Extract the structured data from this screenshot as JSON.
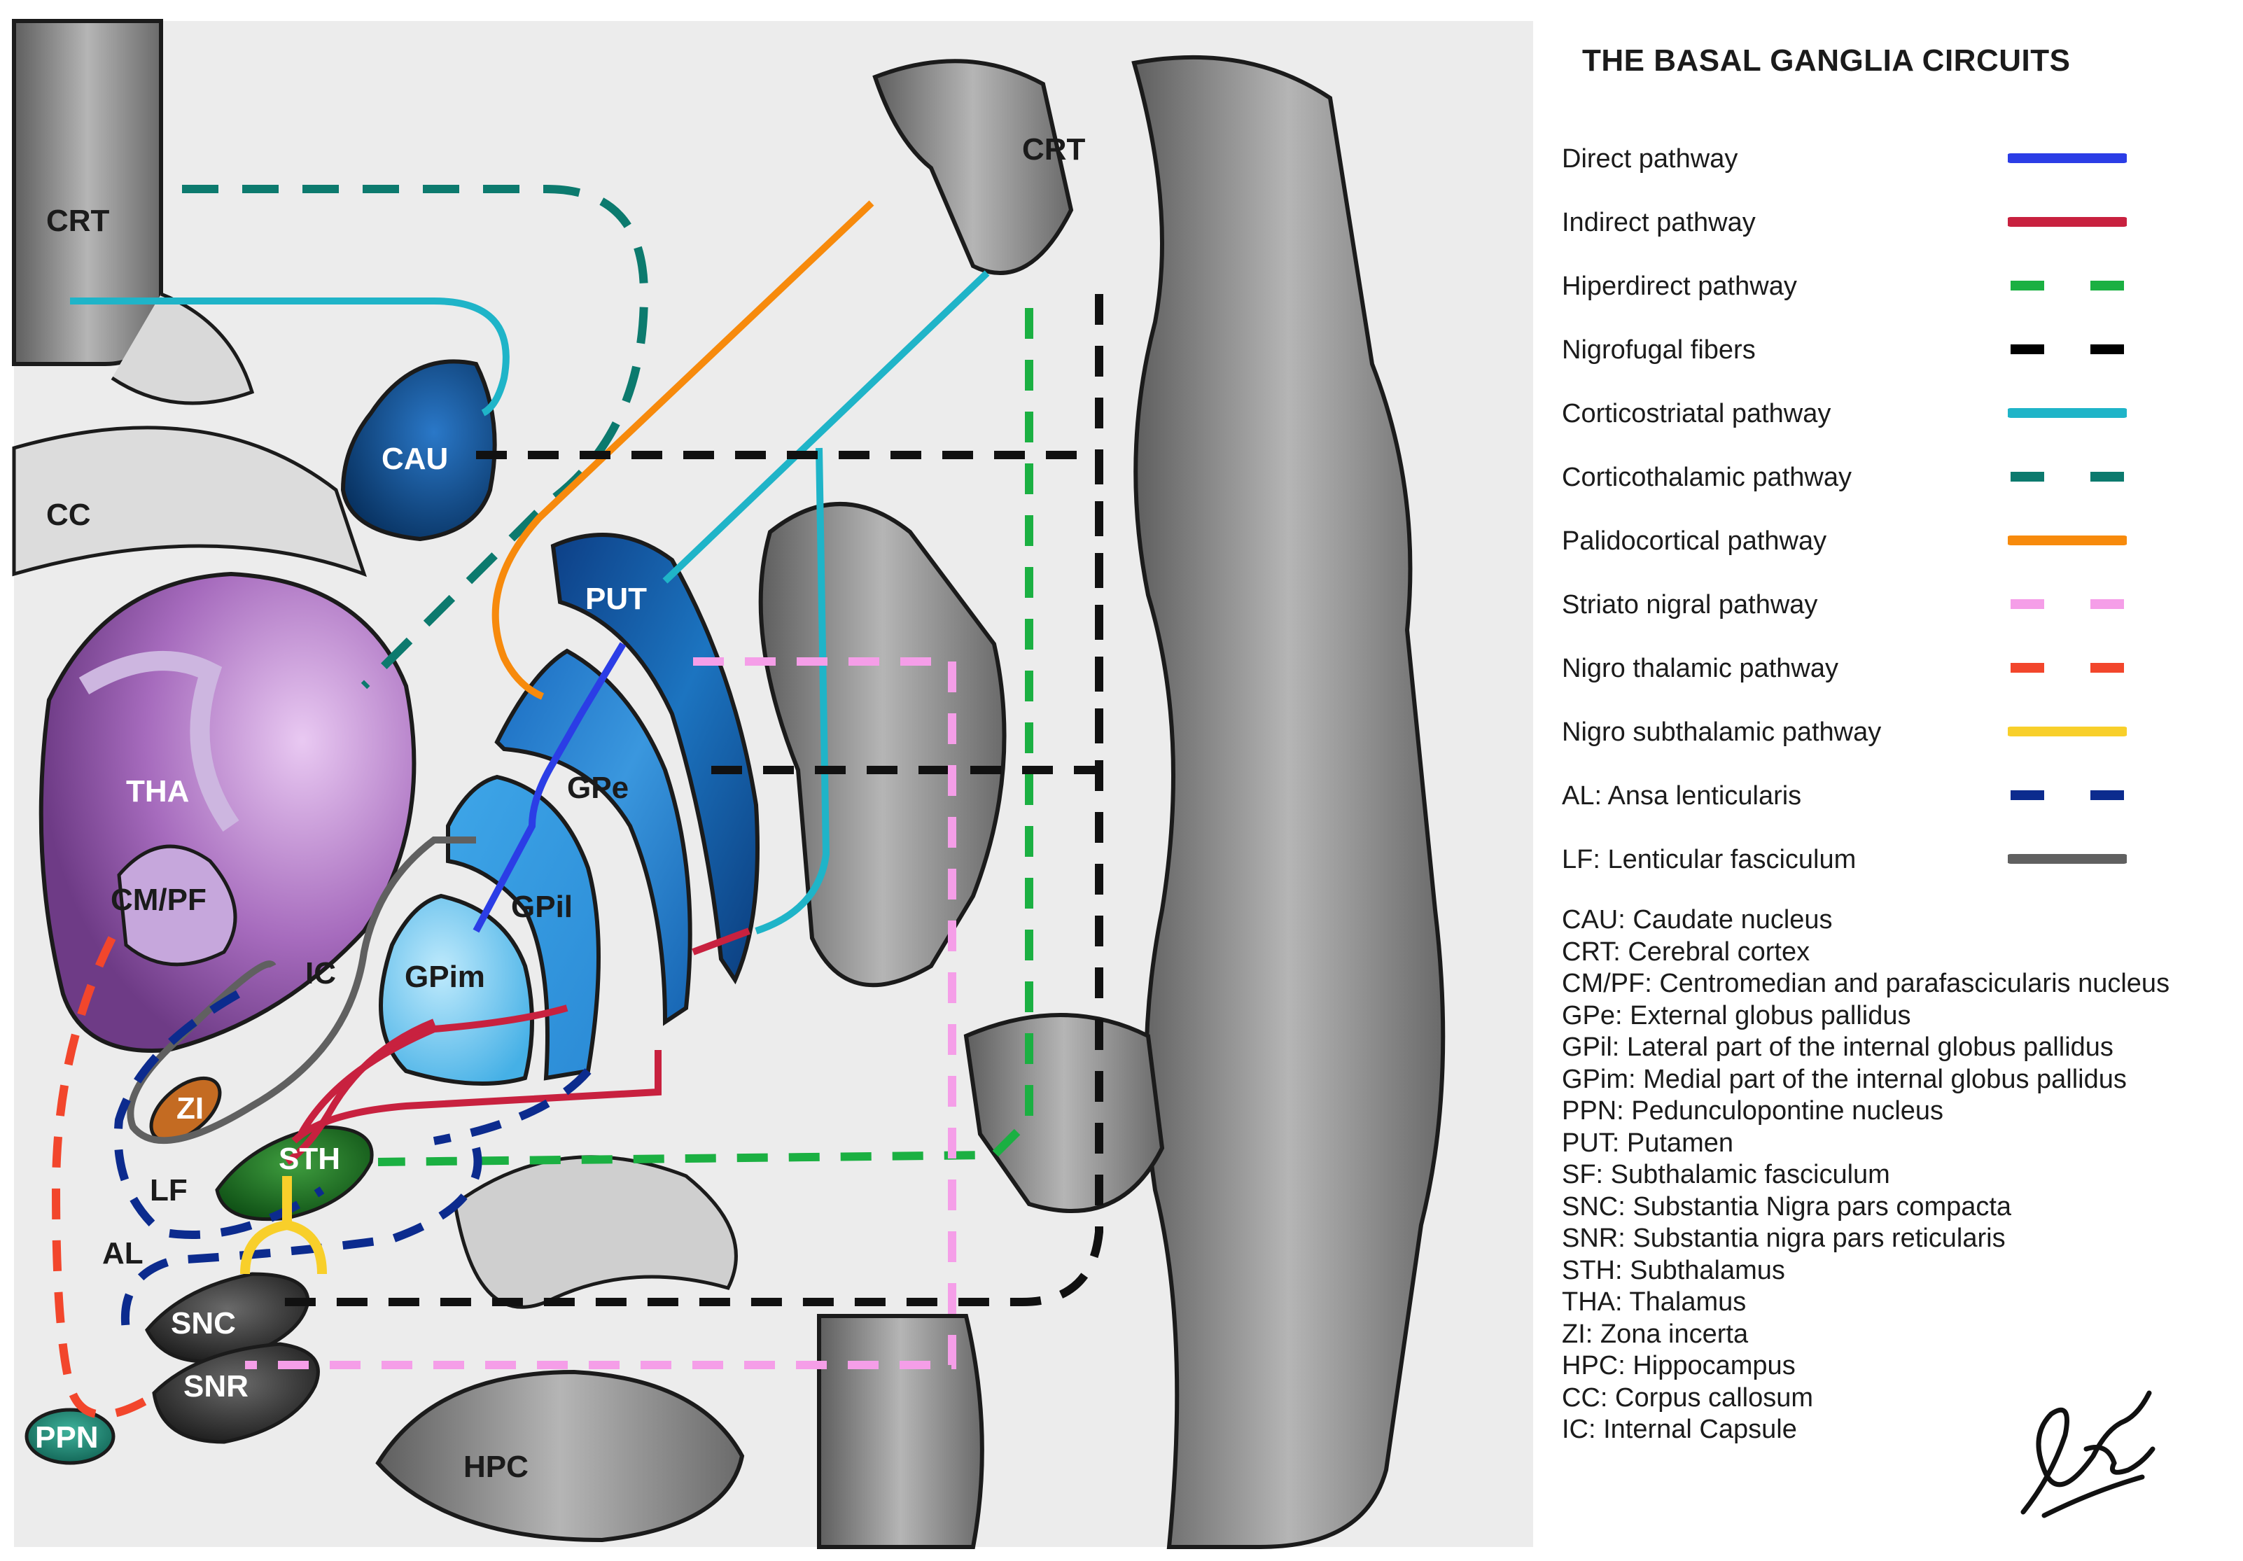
{
  "diagram": {
    "title": "THE BASAL GANGLIA CIRCUITS",
    "structure_labels": {
      "crt_left": "CRT",
      "crt_right": "CRT",
      "cc": "CC",
      "cau": "CAU",
      "put": "PUT",
      "tha": "THA",
      "cm_pf": "CM/PF",
      "gpe": "GPe",
      "gpil": "GPil",
      "gpim": "GPim",
      "ic": "IC",
      "zi": "ZI",
      "sth": "STH",
      "lf": "LF",
      "al": "AL",
      "snc": "SNC",
      "snr": "SNR",
      "ppn": "PPN",
      "hpc": "HPC"
    },
    "legend": [
      {
        "label": "Direct pathway",
        "color": "#2b3de6",
        "style": "solid"
      },
      {
        "label": "Indirect pathway",
        "color": "#c8213f",
        "style": "solid"
      },
      {
        "label": "Hiperdirect pathway",
        "color": "#1bb042",
        "style": "dashed"
      },
      {
        "label": "Nigrofugal fibers",
        "color": "#000000",
        "style": "dashed"
      },
      {
        "label": "Corticostriatal pathway",
        "color": "#1fb4c8",
        "style": "solid"
      },
      {
        "label": "Corticothalamic pathway",
        "color": "#0c7a6e",
        "style": "dashed"
      },
      {
        "label": "Palidocortical pathway",
        "color": "#f78a0c",
        "style": "solid"
      },
      {
        "label": "Striato nigral pathway",
        "color": "#f59ee8",
        "style": "dashed"
      },
      {
        "label": "Nigro thalamic pathway",
        "color": "#f2462c",
        "style": "dashed"
      },
      {
        "label": "Nigro subthalamic pathway",
        "color": "#f8cf2a",
        "style": "solid"
      },
      {
        "label": "AL: Ansa lenticularis",
        "color": "#0c2b8e",
        "style": "dashed"
      },
      {
        "label": "LF: Lenticular fasciculum",
        "color": "#606060",
        "style": "solid"
      }
    ],
    "abbreviations": [
      "CAU: Caudate nucleus",
      "CRT: Cerebral cortex",
      "CM/PF: Centromedian and parafascicularis nucleus",
      "GPe: External globus pallidus",
      "GPil: Lateral part of the internal globus pallidus",
      "GPim: Medial part of the internal globus pallidus",
      "PPN: Pedunculopontine nucleus",
      "PUT: Putamen",
      "SF: Subthalamic fasciculum",
      "SNC: Substantia Nigra pars compacta",
      "SNR: Substantia nigra pars reticularis",
      "STH: Subthalamus",
      "THA: Thalamus",
      "ZI: Zona incerta",
      "HPC: Hippocampus",
      "CC: Corpus callosum",
      "IC: Internal Capsule"
    ]
  }
}
